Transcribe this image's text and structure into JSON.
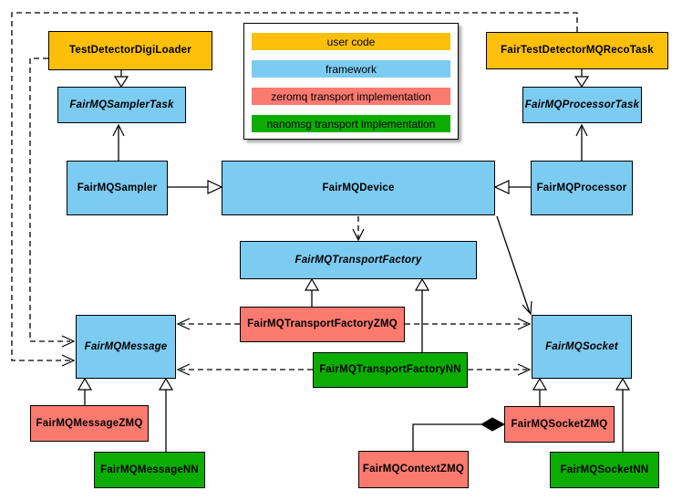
{
  "palette": {
    "user_code": "#FCC00A",
    "framework": "#7CCBF1",
    "zeromq": "#FA7A70",
    "nanomsg": "#0CAD01"
  },
  "legend": {
    "items": [
      {
        "label": "user code",
        "color": "#FCC00A"
      },
      {
        "label": "framework",
        "color": "#7CCBF1"
      },
      {
        "label": "zeromq transport implementation",
        "color": "#FA7A70"
      },
      {
        "label": "nanomsg transport implementation",
        "color": "#0CAD01"
      }
    ]
  },
  "nodes": {
    "testDetectorDigiLoader": {
      "label": "TestDetectorDigiLoader"
    },
    "fairTestDetectorMQRecoTask": {
      "label": "FairTestDetectorMQRecoTask"
    },
    "fairMQSamplerTask": {
      "label": "FairMQSamplerTask"
    },
    "fairMQProcessorTask": {
      "label": "FairMQProcessorTask"
    },
    "fairMQSampler": {
      "label": "FairMQSampler"
    },
    "fairMQDevice": {
      "label": "FairMQDevice"
    },
    "fairMQProcessor": {
      "label": "FairMQProcessor"
    },
    "fairMQTransportFactory": {
      "label": "FairMQTransportFactory"
    },
    "fairMQTransportFactoryZMQ": {
      "label": "FairMQTransportFactoryZMQ"
    },
    "fairMQTransportFactoryNN": {
      "label": "FairMQTransportFactoryNN"
    },
    "fairMQMessage": {
      "label": "FairMQMessage"
    },
    "fairMQSocket": {
      "label": "FairMQSocket"
    },
    "fairMQMessageZMQ": {
      "label": "FairMQMessageZMQ"
    },
    "fairMQMessageNN": {
      "label": "FairMQMessageNN"
    },
    "fairMQContextZMQ": {
      "label": "FairMQContextZMQ"
    },
    "fairMQSocketZMQ": {
      "label": "FairMQSocketZMQ"
    },
    "fairMQSocketNN": {
      "label": "FairMQSocketNN"
    }
  }
}
